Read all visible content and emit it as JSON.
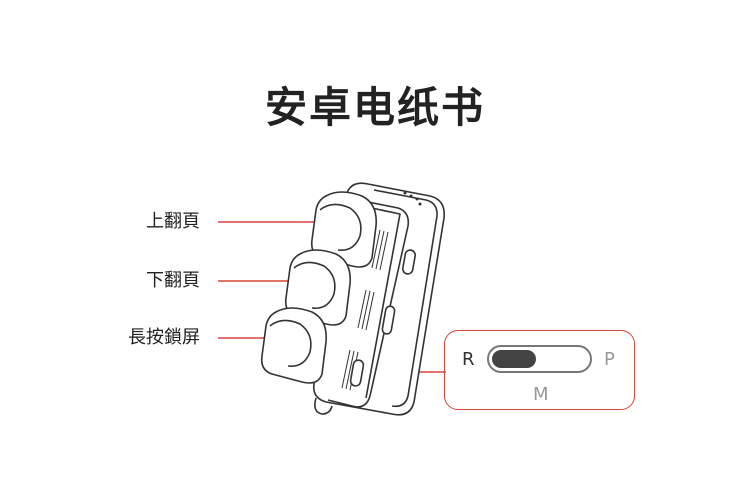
{
  "title": "安卓电纸书",
  "labels": {
    "page_up": "上翻頁",
    "page_down": "下翻頁",
    "long_press": "長按鎖屏"
  },
  "switch": {
    "left": "R",
    "right": "P",
    "middle": "M"
  },
  "colors": {
    "accent": "#d9453a",
    "line": "#333333"
  }
}
